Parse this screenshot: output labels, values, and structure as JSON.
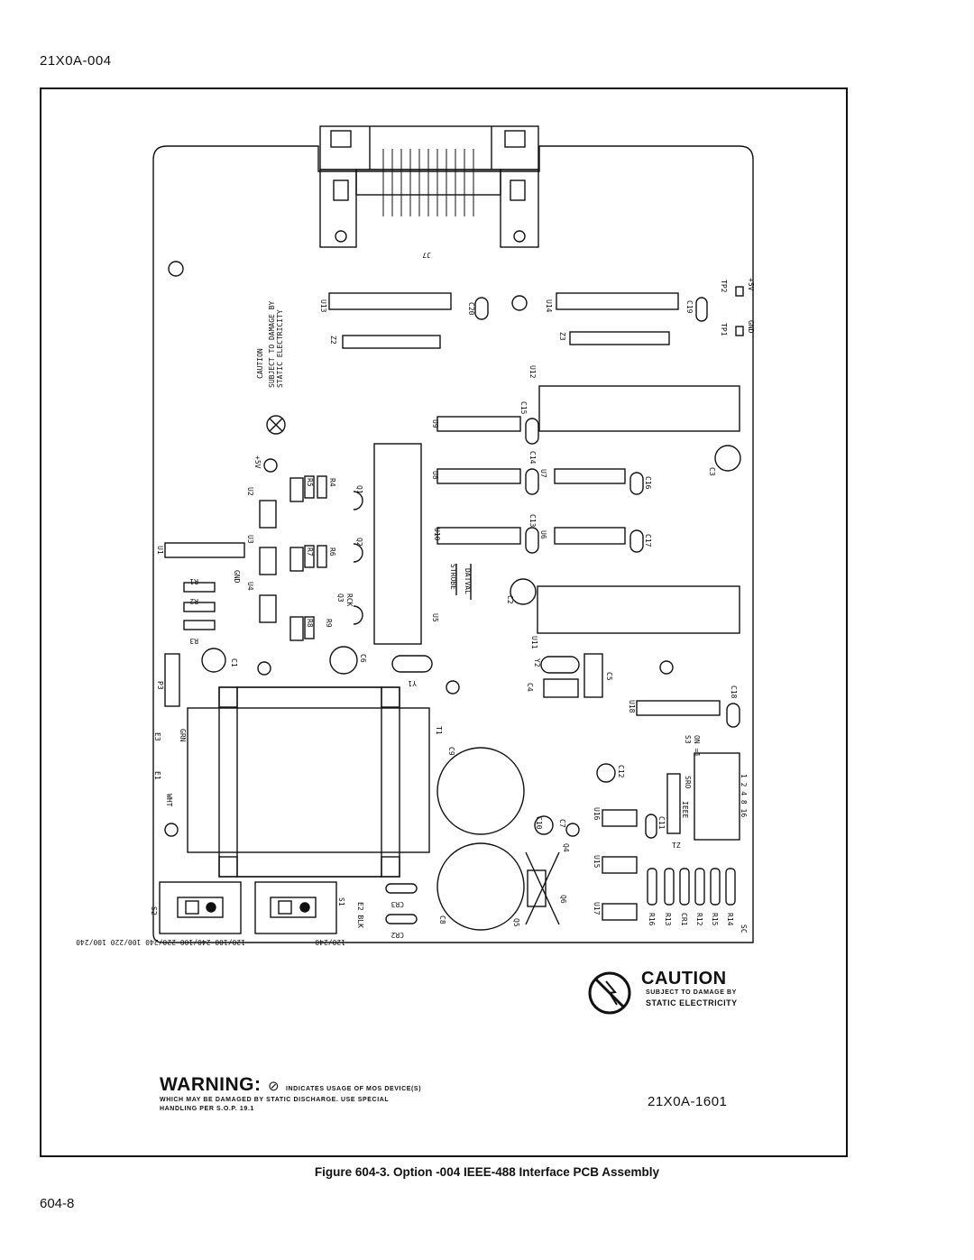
{
  "page": {
    "header_code": "21X0A-004",
    "page_number": "604-8",
    "figure_caption": "Figure 604-3. Option -004 IEEE-488 Interface PCB Assembly"
  },
  "drawing": {
    "drawing_number": "21X0A-1601",
    "caution": {
      "title": "CAUTION",
      "line1": "SUBJECT TO DAMAGE BY",
      "line2": "STATIC ELECTRICITY"
    },
    "warning": {
      "title": "WARNING:",
      "symbol": "⊘",
      "line1": "INDICATES USAGE OF MOS DEVICE(S)",
      "line2": "WHICH MAY BE DAMAGED BY STATIC DISCHARGE. USE SPECIAL",
      "line3": "HANDLING PER S.O.P. 19.1"
    },
    "board_caution": {
      "title": "CAUTION",
      "line1": "SUBJECT TO DAMAGE BY",
      "line2": "STATIC ELECTRICITY"
    },
    "connector_label": "J7",
    "labels": {
      "u13": "U13",
      "u14": "U14",
      "z2": "Z2",
      "z3": "Z3",
      "c20": "C20",
      "c19": "C19",
      "tp1": "TP1",
      "tp2": "TP2",
      "gnd": "GND",
      "plus5v": "+5V",
      "u12": "U12",
      "u9": "U9",
      "c15": "C15",
      "c3": "C3",
      "u8": "U8",
      "c14": "C14",
      "u7": "U7",
      "c16": "C16",
      "u10": "U10",
      "c13": "C13",
      "u6": "U6",
      "c17": "C17",
      "u5": "U5",
      "u11": "U11",
      "strobe": "STROBE",
      "datval": "DATVAL",
      "c2": "C2",
      "u1": "U1",
      "u2": "U2",
      "u3": "U3",
      "u4": "U4",
      "r1": "R1",
      "r2": "R2",
      "r3": "R3",
      "r4": "R4",
      "r5": "R5",
      "r6": "R6",
      "r7": "R7",
      "r8": "R8",
      "r9": "R9",
      "q1": "Q1",
      "q2": "Q2",
      "q3": "Q3",
      "rck": "RCK",
      "pin5v": "+5V",
      "gnd2": "GND",
      "c1": "C1",
      "c6": "C6",
      "y1": "Y1",
      "y2": "Y2",
      "c4": "C4",
      "c5": "C5",
      "p3": "P3",
      "t1": "T1",
      "u18": "U18",
      "c18": "C18",
      "e1": "E1",
      "e3": "E3",
      "wht": "WHT",
      "grn": "GRN",
      "c9": "C9",
      "c12": "C12",
      "s3": "S3",
      "s3_on": "ON =1",
      "sro": "SRO",
      "ieee": "IEEE",
      "dip_values": "1 2 4 8 16",
      "c10": "C10",
      "c7": "C7",
      "u16": "U16",
      "c11": "C11",
      "tz": "TZ",
      "q4": "Q4",
      "u15": "U15",
      "q6": "Q6",
      "u17": "U17",
      "c8": "C8",
      "q5": "Q5",
      "s1": "S1",
      "s2": "S2",
      "cr2": "CR2",
      "cr3": "CR3",
      "e2blk": "E2 BLK",
      "sw_left": "120/100 240/100 220/240 100/220 100/240",
      "sw_right": "120/240",
      "r16": "R16",
      "r13": "R13",
      "cr1": "CR1",
      "r12": "R12",
      "r15": "R15",
      "r14": "R14",
      "sc": "SC"
    }
  }
}
